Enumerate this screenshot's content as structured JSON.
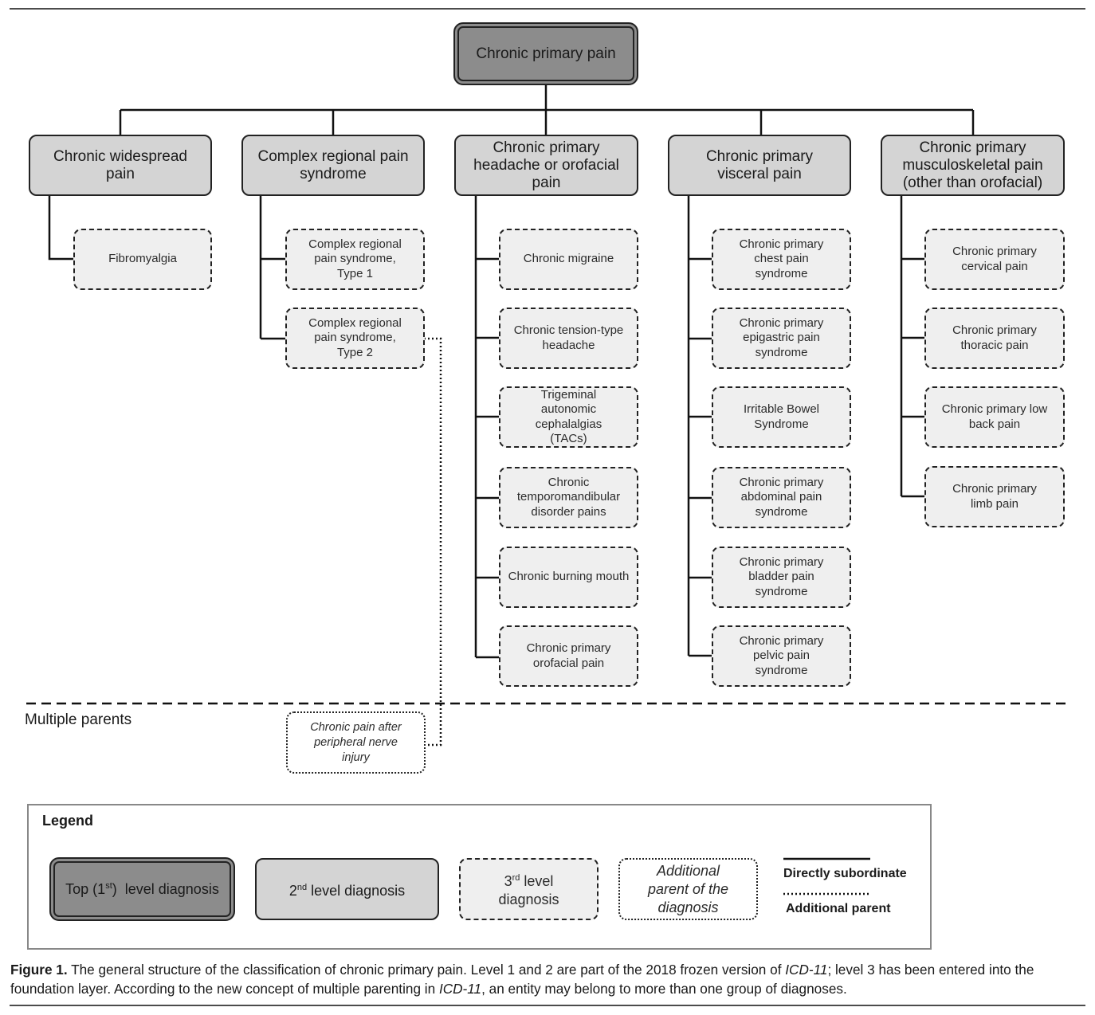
{
  "root": {
    "label": "Chronic primary pain"
  },
  "level2": [
    {
      "label": "Chronic widespread\npain"
    },
    {
      "label": "Complex regional pain\nsyndrome"
    },
    {
      "label": "Chronic primary\nheadache or orofacial\npain"
    },
    {
      "label": "Chronic primary\nvisceral pain"
    },
    {
      "label": "Chronic primary\nmusculoskeletal pain\n(other than orofacial)"
    }
  ],
  "level3": {
    "widespread": [
      "Fibromyalgia"
    ],
    "crps": [
      "Complex regional\npain syndrome,\nType 1",
      "Complex regional\npain syndrome,\nType 2"
    ],
    "headache": [
      "Chronic migraine",
      "Chronic tension-type\nheadache",
      "Trigeminal\nautonomic\ncephalalgias\n(TACs)",
      "Chronic\ntemporomandibular\ndisorder pains",
      "Chronic burning mouth",
      "Chronic primary\norofacial pain"
    ],
    "visceral": [
      "Chronic primary\nchest pain\nsyndrome",
      "Chronic primary\nepigastric pain\nsyndrome",
      "Irritable Bowel\nSyndrome",
      "Chronic primary\nabdominal pain\nsyndrome",
      "Chronic primary\nbladder pain\nsyndrome",
      "Chronic primary\npelvic pain\nsyndrome"
    ],
    "musculoskeletal": [
      "Chronic primary\ncervical pain",
      "Chronic primary\nthoracic pain",
      "Chronic primary low\nback pain",
      "Chronic primary\nlimb pain"
    ]
  },
  "multiple_parents": {
    "section_label": "Multiple parents",
    "item": "Chronic pain after\nperipheral nerve\ninjury"
  },
  "legend": {
    "title": "Legend",
    "top_prefix": "Top (1",
    "top_sup": "st",
    "top_suffix": ")  level diagnosis",
    "l2_prefix": "2",
    "l2_sup": "nd",
    "l2_suffix": " level diagnosis",
    "l3_prefix": "3",
    "l3_sup": "rd",
    "l3_suffix": " level",
    "l3_line2": "diagnosis",
    "additional": "Additional\nparent of the\ndiagnosis",
    "direct": "Directly subordinate",
    "additional_parent": "Additional parent"
  },
  "caption": {
    "label": "Figure 1.",
    "part1": " The general structure of the classification of chronic primary pain. Level 1 and 2 are part of the 2018 frozen version of ",
    "icd1": "ICD-11",
    "part2": "; level 3 has been entered into the foundation layer. According to the new concept of multiple parenting in ",
    "icd2": "ICD-11",
    "part3": ", an entity may belong to more than one group of diagnoses."
  }
}
